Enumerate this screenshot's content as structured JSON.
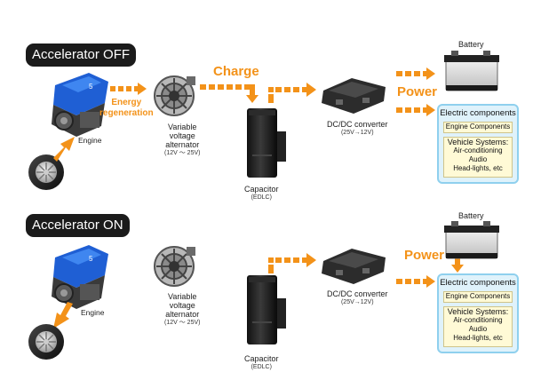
{
  "colors": {
    "arrow": "#f39219",
    "header_bg": "#1b1b1b",
    "ec_bg": "#dff2fb",
    "ec_border": "#8fd0ee",
    "ec_inner": "#fffad6"
  },
  "top": {
    "header": "Accelerator OFF",
    "engine": "Engine",
    "energy_regeneration": [
      "Energy",
      "regeneration"
    ],
    "alternator": [
      "Variable",
      "voltage",
      "alternator"
    ],
    "alternator_range": "(12V ～ 25V)",
    "charge": "Charge",
    "capacitor": "Capacitor",
    "capacitor_sub": "(EDLC)",
    "converter": "DC/DC converter",
    "converter_sub": "(25V→12V)",
    "power": "Power",
    "battery": "Battery",
    "electric_components": {
      "title": "Electric components",
      "engine_components": "Engine Components",
      "vehicle_systems_title": "Vehicle Systems:",
      "vehicle_systems": [
        "Air-conditioning",
        "Audio",
        "Head-lights, etc"
      ]
    }
  },
  "bottom": {
    "header": "Accelerator ON",
    "engine": "Engine",
    "alternator": [
      "Variable",
      "voltage",
      "alternator"
    ],
    "alternator_range": "(12V ～ 25V)",
    "capacitor": "Capacitor",
    "capacitor_sub": "(EDLC)",
    "converter": "DC/DC converter",
    "converter_sub": "(25V→12V)",
    "power": "Power",
    "battery": "Battery",
    "electric_components": {
      "title": "Electric components",
      "engine_components": "Engine Components",
      "vehicle_systems_title": "Vehicle Systems:",
      "vehicle_systems": [
        "Air-conditioning",
        "Audio",
        "Head-lights, etc"
      ]
    }
  }
}
